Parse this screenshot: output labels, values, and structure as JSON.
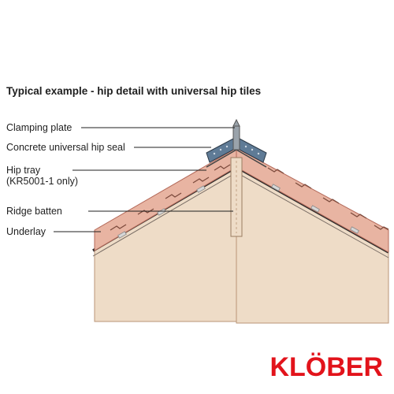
{
  "title": "Typical example - hip detail with universal hip tiles",
  "labels": {
    "clamping_plate": "Clamping plate",
    "hip_seal": "Concrete universal hip seal",
    "hip_tray_line1": "Hip tray",
    "hip_tray_line2": "(KR5001-1 only)",
    "ridge_batten": "Ridge batten",
    "underlay": "Underlay"
  },
  "brand": "KLÖBER",
  "colors": {
    "tile": "#e8b4a2",
    "tile_edge": "#b46a5a",
    "rafter": "#eedcc7",
    "rafter_edge": "#b99577",
    "underlay": "#2b2b2b",
    "seal": "#5f7b96",
    "brand_red": "#e2131b"
  }
}
